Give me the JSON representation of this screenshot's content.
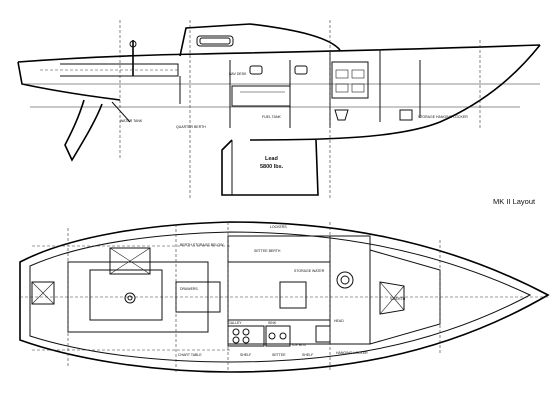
{
  "caption": "MK II Layout",
  "ballast": {
    "line1": "Lead",
    "line2": "5800 lbs."
  },
  "profile_labels": {
    "nav_desk": "NAV DESK",
    "quarter_berth": "QUARTER BERTH",
    "fuel_tank": "FUEL TANK",
    "water_tank": "WATER TANK",
    "storage": "STORAGE HANGING LOCKER"
  },
  "plan_labels": {
    "berth_storage": "BERTH STORAGE BELOW",
    "lockers": "LOCKERS",
    "settee_berth": "SETTEE BERTH",
    "storage_water": "STORAGE WATER",
    "drawers": "DRAWERS",
    "galley": "GALLEY",
    "chart_table": "CHART TABLE",
    "shelf": "SHELF",
    "settee": "SETTEE",
    "shelf2": "SHELF",
    "hanging": "HANGING LOCKER",
    "head": "HEAD",
    "vberth": "V-BERTH",
    "ice_box": "ICE BOX",
    "sink": "SINK"
  }
}
